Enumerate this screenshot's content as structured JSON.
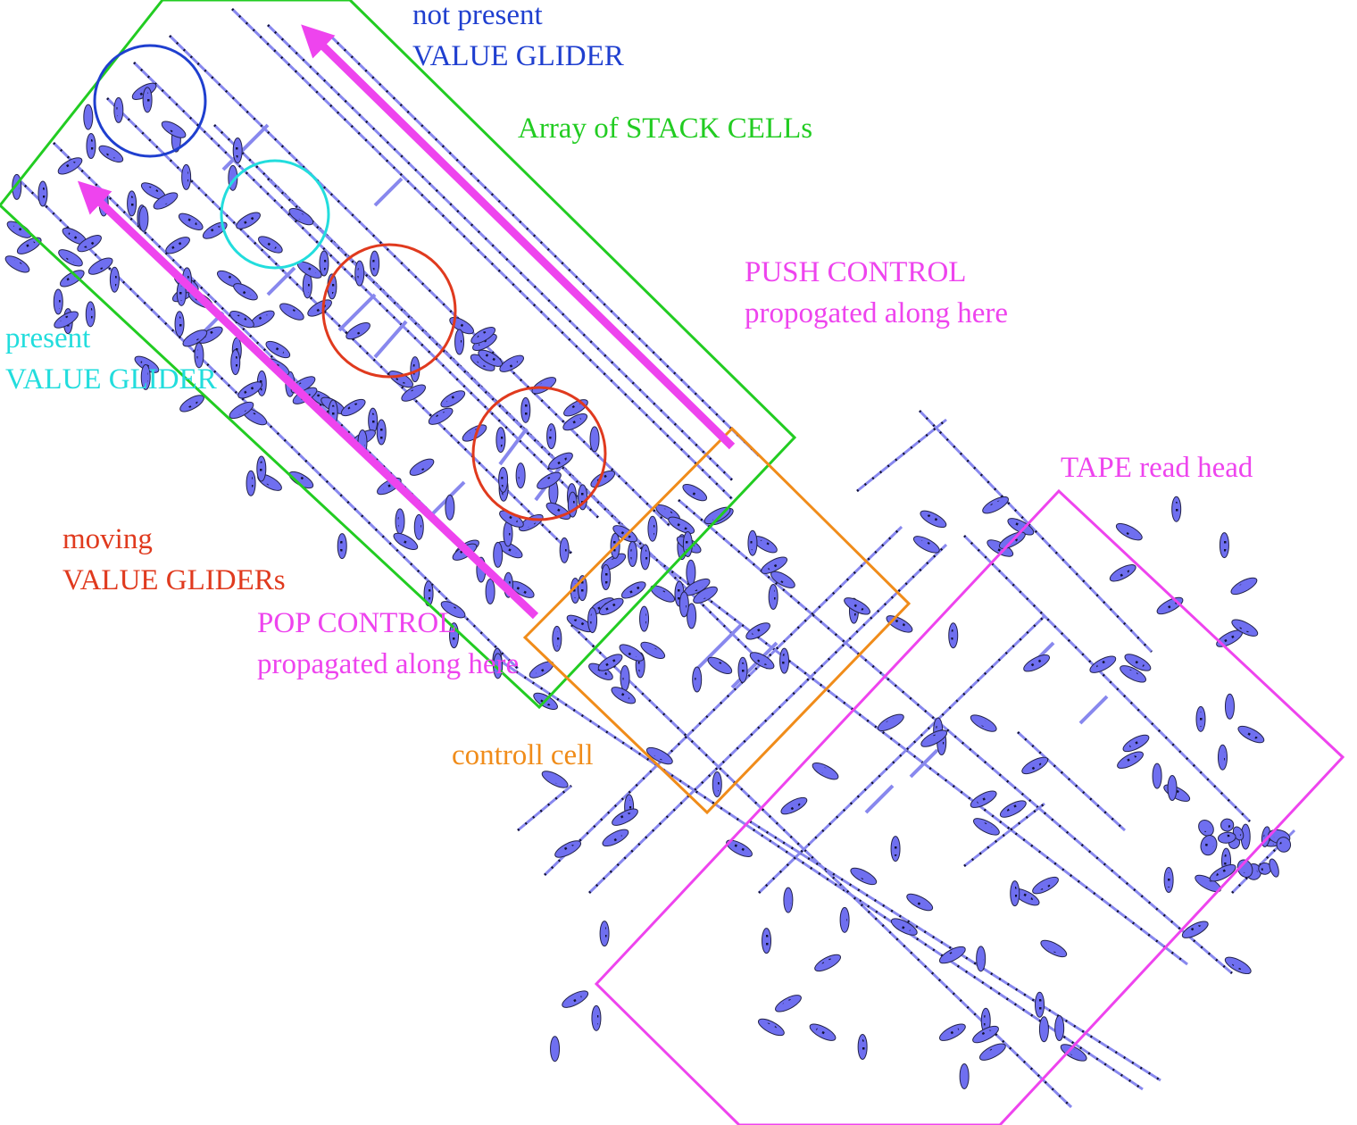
{
  "labels": {
    "not_present": {
      "line1": "not present",
      "line2": "VALUE GLIDER",
      "color": "#1f3fcf"
    },
    "array": {
      "text": "Array of STACK CELLs",
      "color": "#22cc22"
    },
    "push": {
      "line1": "PUSH CONTROL",
      "line2": "propogated along here",
      "color": "#ee44ee"
    },
    "present": {
      "line1": "present",
      "line2": "VALUE GLIDER",
      "color": "#22dddd"
    },
    "tape": {
      "text": "TAPE read head",
      "color": "#ee44ee"
    },
    "moving": {
      "line1": "moving",
      "line2": "VALUE GLIDERs",
      "color": "#e03a1e"
    },
    "pop": {
      "line1": "POP CONTROL",
      "line2": "propagated along here",
      "color": "#ee44ee"
    },
    "control": {
      "text": "controll cell",
      "color": "#f08c1a"
    }
  },
  "colors": {
    "rail": "#8888ee",
    "glider": "#6f6ff0",
    "dots": "#111133",
    "stack_box": "#22cc22",
    "control_box": "#f08c1a",
    "tape_box": "#ee44ee",
    "arrow": "#ee44ee",
    "circle_not_present": "#1f3fcf",
    "circle_present": "#22dddd",
    "circle_moving": "#e03a1e"
  }
}
